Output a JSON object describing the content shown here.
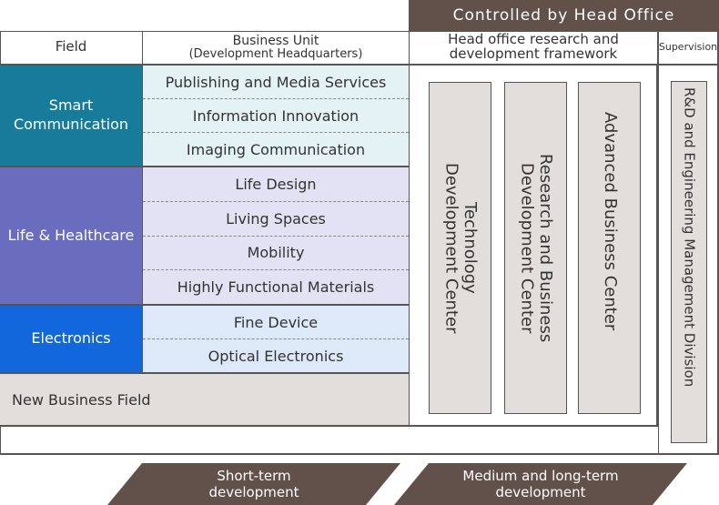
{
  "banner": {
    "title": "Controlled by Head Office"
  },
  "header": {
    "field": "Field",
    "business_unit": "Business Unit",
    "business_unit_sub": "(Development Headquarters)",
    "head_office_line1": "Head office research and",
    "head_office_line2": "development framework",
    "supervision": "Supervision"
  },
  "fields": [
    {
      "name_line1": "Smart",
      "name_line2": "Communication",
      "color": "#177c9a",
      "units": [
        "Publishing and Media Services",
        "Information Innovation",
        "Imaging Communication"
      ]
    },
    {
      "name_line1": "Life & Healthcare",
      "name_line2": "",
      "color": "#6a6cbd",
      "units": [
        "Life Design",
        "Living Spaces",
        "Mobility",
        "Highly Functional Materials"
      ]
    },
    {
      "name_line1": "Electronics",
      "name_line2": "",
      "color": "#1267dc",
      "units": [
        "Fine Device",
        "Optical Electronics"
      ]
    }
  ],
  "new_business": "New Business Field",
  "centers": [
    {
      "line1": "Technology",
      "line2": "Development Center"
    },
    {
      "line1": "Research and Business",
      "line2": "Development Center"
    },
    {
      "line1": "Advanced Business Center",
      "line2": ""
    }
  ],
  "supervision_division": "R&D and Engineering Management Division",
  "periods": [
    {
      "line1": "Short-term",
      "line2": "development"
    },
    {
      "line1": "Medium and long-term",
      "line2": "development"
    }
  ],
  "colors": {
    "brown": "#62514a",
    "box_gray": "#e2dedc"
  }
}
